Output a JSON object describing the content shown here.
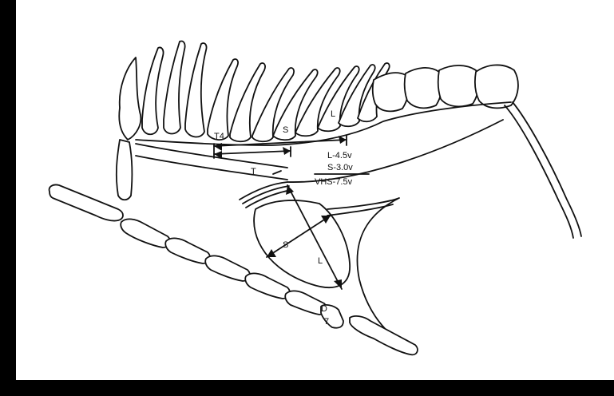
{
  "diagram": {
    "labels": {
      "t4": "T4",
      "s_top": "S",
      "l_top": "L",
      "t": "T",
      "s": "S",
      "l": "L",
      "d": "D",
      "seven": "7"
    },
    "measurements": {
      "long_axis": "L-4.5v",
      "short_axis": "S-3.0v",
      "vhs": "VHS-7.5v"
    },
    "colors": {
      "ink": "#111111",
      "paper": "#ffffff",
      "frame": "#000000"
    }
  }
}
